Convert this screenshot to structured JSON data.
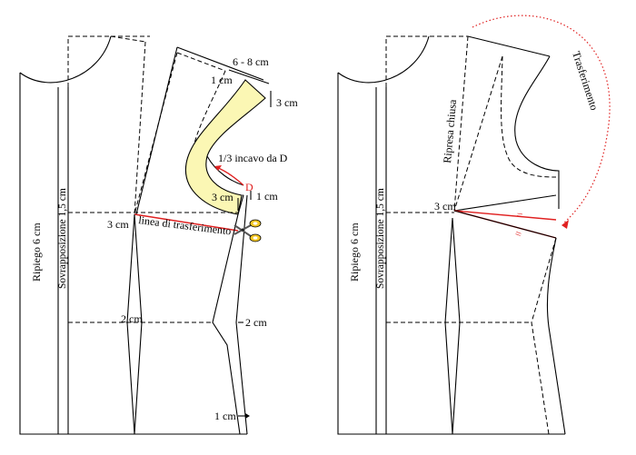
{
  "left_pattern": {
    "facing_label": "Ripiego 6 cm",
    "overlap_label": "Sovrapposizione 1,5 cm",
    "measure_6_8": "6 - 8 cm",
    "measure_1cm_shoulder": "1 cm",
    "measure_3cm_neck": "3 cm",
    "armhole_note": "1/3 incavo da D",
    "point_d": "D",
    "measure_3cm_under": "3 cm",
    "measure_1cm_side": "1 cm",
    "measure_3cm_dart": "3 cm",
    "transfer_line": "linea di trasferimento",
    "measure_2cm_waist_left": "2 cm",
    "measure_2cm_waist_right": "2 cm",
    "measure_1cm_hem": "1 cm"
  },
  "right_pattern": {
    "facing_label": "Ripiego 6 cm",
    "overlap_label": "Sovrapposizione 1,5 cm",
    "closed_dart": "Ripresa chiusa",
    "transfer_arrow_label": "Trasferimento",
    "measure_3cm": "3 cm",
    "tick_mark_1": "=",
    "tick_mark_2": "="
  },
  "colors": {
    "accent_red": "#e02020",
    "facing_yellow": "#fbf7b4"
  },
  "icons": {
    "scissors": "scissors-icon"
  }
}
